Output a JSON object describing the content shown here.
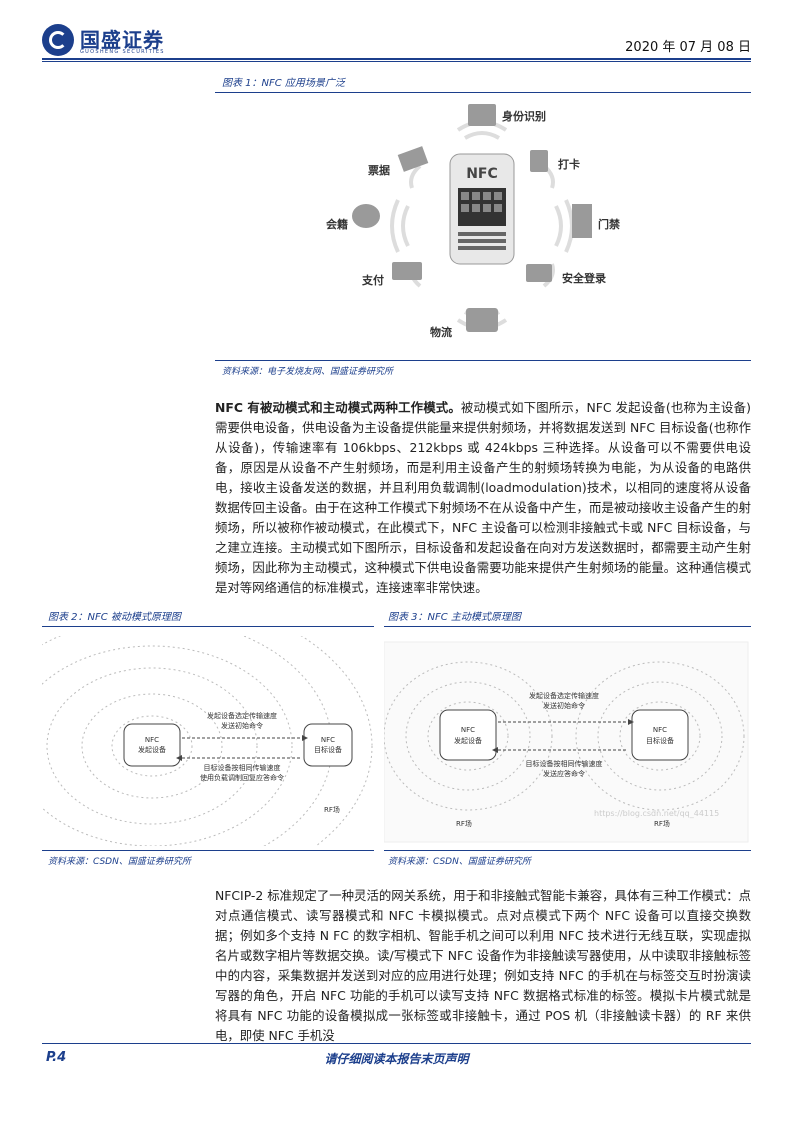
{
  "header": {
    "logo_cn": "国盛证券",
    "logo_en": "GUOSHENG SECURITIES",
    "date": "2020 年 07 月 08 日"
  },
  "figure1": {
    "caption": "图表 1：NFC 应用场景广泛",
    "center_label": "NFC",
    "labels": {
      "identity": "身份识别",
      "clock": "打卡",
      "door": "门禁",
      "login": "安全登录",
      "logistics": "物流",
      "pay": "支付",
      "member": "会籍",
      "ticket": "票据"
    },
    "source": "资料来源：电子发烧友网、国盛证券研究所"
  },
  "paragraph1": {
    "lead": "NFC 有被动模式和主动模式两种工作模式。",
    "body": "被动模式如下图所示，NFC 发起设备(也称为主设备)需要供电设备，供电设备为主设备提供能量来提供射频场，并将数据发送到 NFC 目标设备(也称作从设备)，传输速率有 106kbps、212kbps 或 424kbps 三种选择。从设备可以不需要供电设备，原因是从设备不产生射频场，而是利用主设备产生的射频场转换为电能，为从设备的电路供电，接收主设备发送的数据，并且利用负载调制(loadmodulation)技术，以相同的速度将从设备数据传回主设备。由于在这种工作模式下射频场不在从设备中产生，而是被动接收主设备产生的射频场，所以被称作被动模式，在此模式下，NFC 主设备可以检测非接触式卡或 NFC 目标设备，与之建立连接。主动模式如下图所示，目标设备和发起设备在向对方发送数据时，都需要主动产生射频场，因此称为主动模式，这种模式下供电设备需要功能来提供产生射频场的能量。这种通信模式是对等网络通信的标准模式，连接速率非常快速。"
  },
  "figure2": {
    "caption": "图表 2：NFC 被动模式原理图",
    "initiator": [
      "NFC",
      "发起设备"
    ],
    "target": [
      "NFC",
      "目标设备"
    ],
    "arrow1": [
      "发起设备选定传输速度",
      "发送初始命令"
    ],
    "arrow2": [
      "目标设备按相同传输速度",
      "使用负载调制回复应答命令"
    ],
    "rf": "RF场",
    "source": "资料来源：CSDN、国盛证券研究所"
  },
  "figure3": {
    "caption": "图表 3：NFC 主动模式原理图",
    "initiator": [
      "NFC",
      "发起设备"
    ],
    "target": [
      "NFC",
      "目标设备"
    ],
    "arrow1": [
      "发起设备选定传输速度",
      "发送初始命令"
    ],
    "arrow2": [
      "目标设备按相同传输速度",
      "发送应答命令"
    ],
    "rf_left": "RF场",
    "rf_right": "RF场",
    "watermark": "https://blog.csdn.net/qq_44115",
    "source": "资料来源：CSDN、国盛证券研究所"
  },
  "paragraph2": {
    "body": "NFCIP-2 标准规定了一种灵活的网关系统，用于和非接触式智能卡兼容，具体有三种工作模式：点对点通信模式、读写器模式和 NFC 卡模拟模式。点对点模式下两个 NFC 设备可以直接交换数据；例如多个支持 N FC 的数字相机、智能手机之间可以利用 NFC 技术进行无线互联，实现虚拟名片或数字相片等数据交换。读/写模式下 NFC 设备作为非接触读写器使用，从中读取非接触标签中的内容，采集数据并发送到对应的应用进行处理；例如支持 NFC 的手机在与标签交互时扮演读写器的角色，开启 NFC 功能的手机可以读写支持 NFC 数据格式标准的标签。模拟卡片模式就是将具有 NFC 功能的设备模拟成一张标签或非接触卡，通过 POS 机（非接触读卡器）的 RF 来供电，即使 NFC 手机没"
  },
  "footer": {
    "page": "P.4",
    "disclaimer": "请仔细阅读本报告末页声明"
  },
  "colors": {
    "brand": "#1c3f8c"
  }
}
